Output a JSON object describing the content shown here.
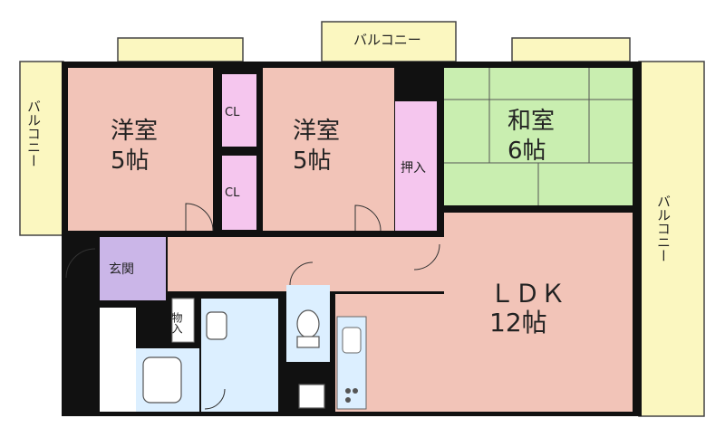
{
  "rooms": {
    "western1": {
      "name": "洋室",
      "size": "5帖"
    },
    "western2": {
      "name": "洋室",
      "size": "5帖"
    },
    "japanese": {
      "name": "和室",
      "size": "6帖"
    },
    "ldk": {
      "name": "ＬＤＫ",
      "size": "12帖"
    },
    "closet1": "CL",
    "closet2": "CL",
    "oshiire": "押入",
    "genkan": "玄関",
    "storage": "物入"
  },
  "balconies": {
    "top": "バルコニー",
    "left": "バルコニー",
    "right": "バルコニー"
  },
  "colors": {
    "western": "#f2c4b8",
    "japanese": "#c9eeb0",
    "closet": "#f5c6ee",
    "genkan": "#cbb6e8",
    "ldk": "#f2c4b8",
    "hall": "#f2c4b8",
    "wet": "#dcefff",
    "balcony": "#fbf7c0",
    "wall": "#111111"
  }
}
